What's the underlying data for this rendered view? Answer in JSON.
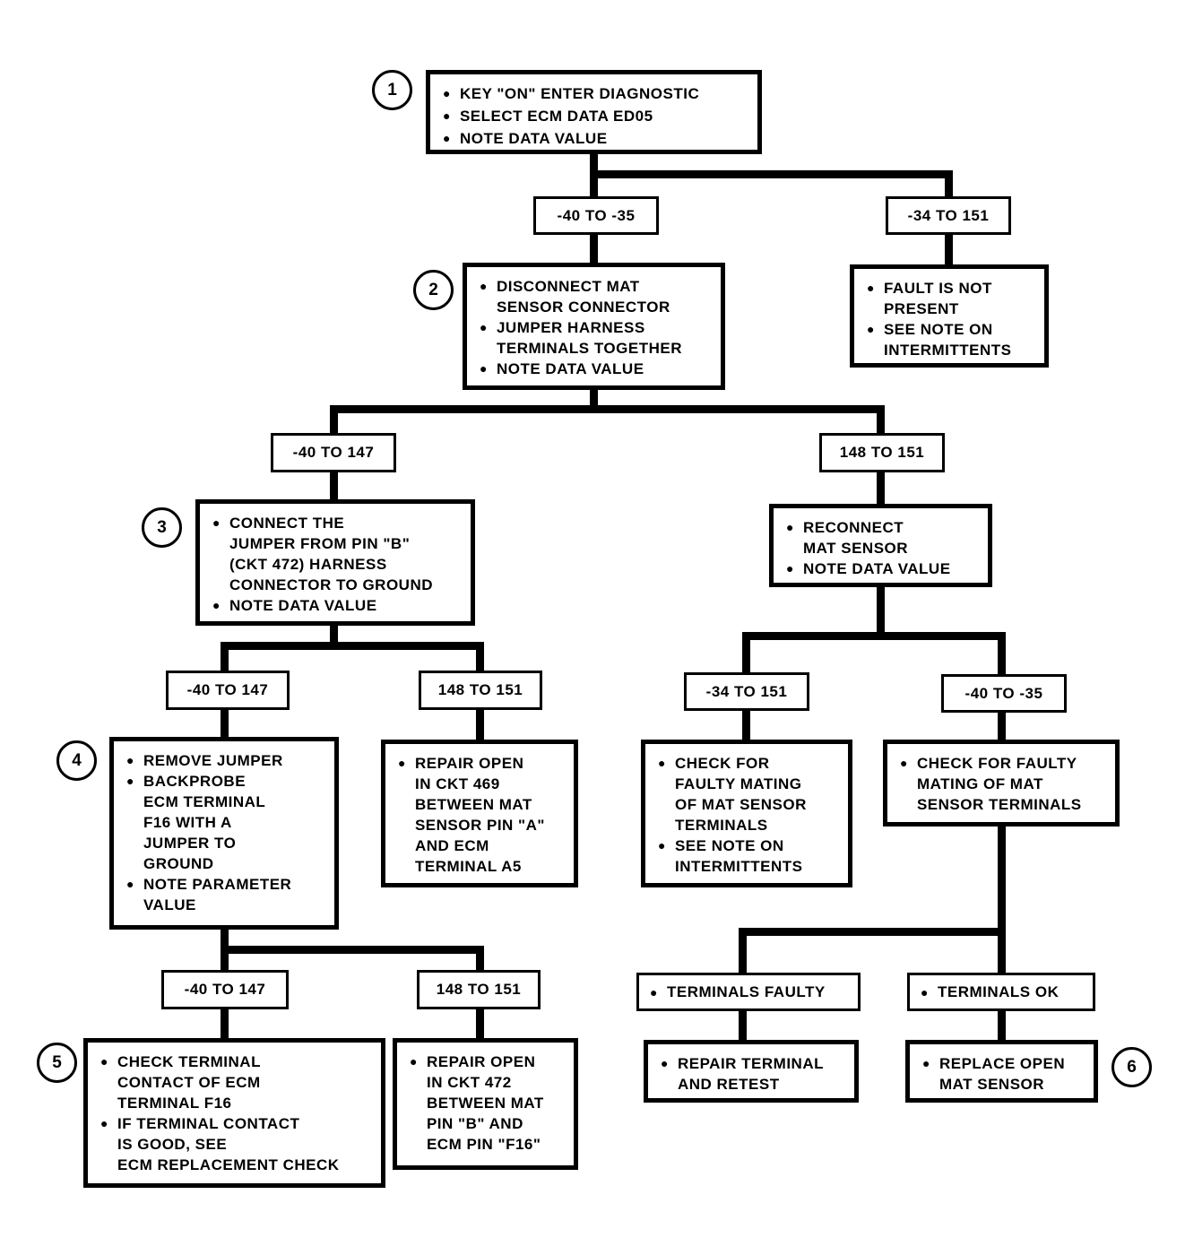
{
  "glyphs": {
    "bullet": "●"
  },
  "colors": {
    "ink": "#000000",
    "paper": "#ffffff"
  },
  "circles": [
    "1",
    "2",
    "3",
    "4",
    "5",
    "6"
  ],
  "labels": {
    "l1a": "-40 TO -35",
    "l1b": "-34 TO 151",
    "l2a": "-40 TO 147",
    "l2b": "148 TO 151",
    "l3a": "-40 TO 147",
    "l3b": "148 TO 151",
    "r3a": "-34 TO 151",
    "r3b": "-40 TO -35",
    "l4a": "-40 TO 147",
    "l4b": "148 TO 151"
  },
  "nodes": {
    "key_on": {
      "items": [
        "KEY \"ON\" ENTER DIAGNOSTIC",
        "SELECT ECM DATA ED05",
        "NOTE DATA VALUE"
      ]
    },
    "disconnect": {
      "items": [
        "DISCONNECT MAT\nSENSOR CONNECTOR",
        "JUMPER HARNESS\nTERMINALS TOGETHER",
        "NOTE DATA VALUE"
      ]
    },
    "fault_not_present": {
      "items": [
        "FAULT IS NOT\nPRESENT",
        "SEE NOTE ON\nINTERMITTENTS"
      ]
    },
    "connect_jumper": {
      "items": [
        "CONNECT THE\nJUMPER FROM PIN \"B\"\n(CKT 472) HARNESS\nCONNECTOR TO GROUND",
        "NOTE DATA VALUE"
      ]
    },
    "reconnect": {
      "items": [
        "RECONNECT\nMAT SENSOR",
        "NOTE DATA VALUE"
      ]
    },
    "remove_jumper": {
      "items": [
        "REMOVE JUMPER",
        "BACKPROBE\nECM TERMINAL\nF16 WITH A\nJUMPER TO\nGROUND",
        "NOTE PARAMETER\nVALUE"
      ]
    },
    "repair_ckt469": {
      "items": [
        "REPAIR OPEN\nIN CKT 469\nBETWEEN MAT\nSENSOR PIN \"A\"\nAND ECM\nTERMINAL A5"
      ]
    },
    "check_mating_note": {
      "items": [
        "CHECK FOR\nFAULTY MATING\nOF MAT SENSOR\nTERMINALS",
        "SEE NOTE ON\nINTERMITTENTS"
      ]
    },
    "check_mating": {
      "items": [
        "CHECK FOR FAULTY\nMATING OF MAT\nSENSOR TERMINALS"
      ]
    },
    "check_terminal": {
      "items": [
        "CHECK TERMINAL\nCONTACT OF ECM\nTERMINAL F16",
        "IF TERMINAL CONTACT\nIS GOOD, SEE\nECM REPLACEMENT CHECK"
      ]
    },
    "repair_ckt472": {
      "items": [
        "REPAIR OPEN\nIN CKT 472\nBETWEEN MAT\nPIN \"B\" AND\nECM PIN \"F16\""
      ]
    },
    "terminals_faulty": {
      "items": [
        "TERMINALS FAULTY"
      ]
    },
    "terminals_ok": {
      "items": [
        "TERMINALS OK"
      ]
    },
    "repair_terminal": {
      "items": [
        "REPAIR TERMINAL\nAND RETEST"
      ]
    },
    "replace_sensor": {
      "items": [
        "REPLACE OPEN\nMAT SENSOR"
      ]
    }
  }
}
